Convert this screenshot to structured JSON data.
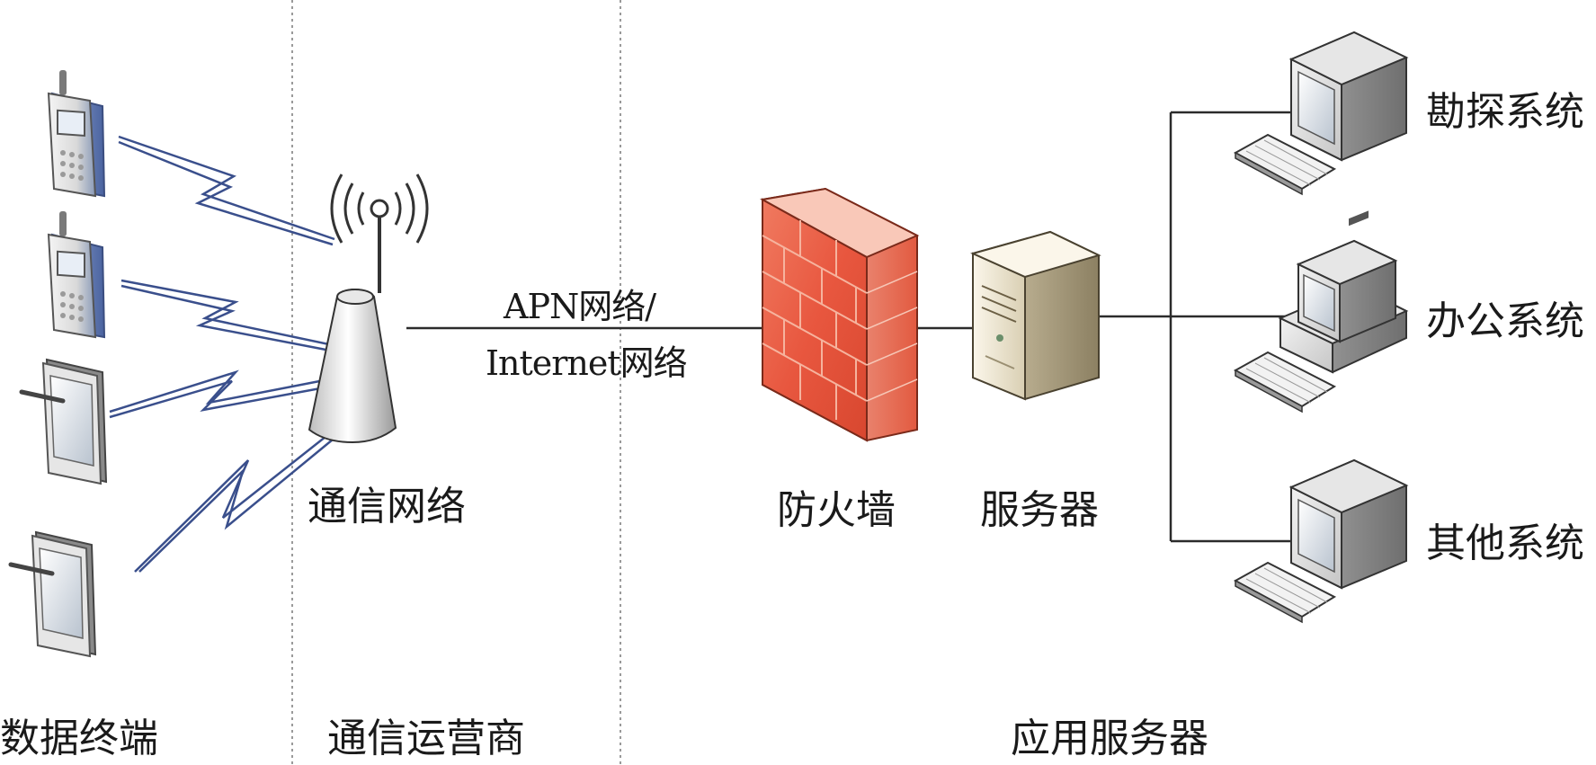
{
  "sections": {
    "data_terminals": "数据终端",
    "carrier": "通信运营商",
    "app_servers": "应用服务器"
  },
  "nodes": {
    "network": "通信网络",
    "firewall": "防火墙",
    "server": "服务器",
    "survey_system": "勘探系统",
    "office_system": "办公系统",
    "other_system": "其他系统"
  },
  "link": {
    "line1": "APN网络/",
    "line2": "Internet网络"
  },
  "colors": {
    "wireless": "#3a4f8c",
    "firewall": "#e8573f",
    "divider": "#9a9a9a"
  },
  "icons": [
    "phone-icon",
    "tablet-icon",
    "antenna-tower-icon",
    "firewall-icon",
    "server-icon",
    "computer-icon",
    "keyboard-icon"
  ]
}
